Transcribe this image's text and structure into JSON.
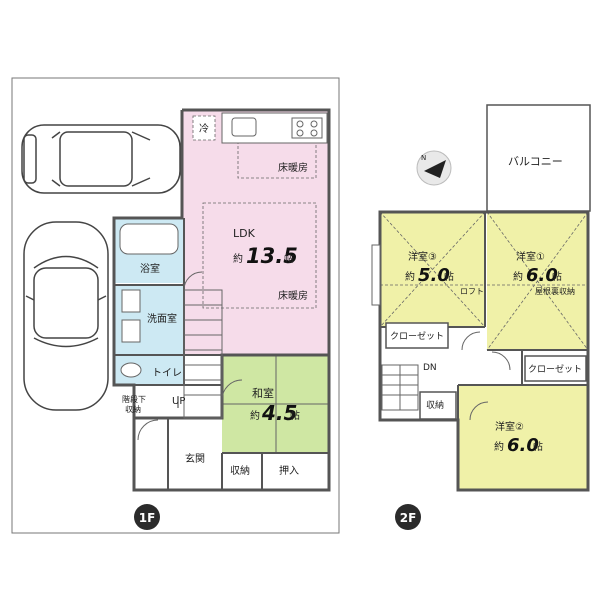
{
  "floor1": {
    "badge": "1F",
    "ldk": {
      "label": "LDK",
      "prefix": "約",
      "size": "13.5",
      "unit": "帖"
    },
    "floor_heat_1": "床暖房",
    "floor_heat_2": "床暖房",
    "fridge": "冷",
    "washitsu": {
      "label": "和室",
      "prefix": "約",
      "size": "4.5",
      "unit": "帖"
    },
    "bath": "浴室",
    "washroom": "洗面室",
    "toilet": "トイレ",
    "under_stair_1": "階段下",
    "under_stair_2": "収納",
    "up": "UP",
    "entrance": "玄関",
    "storage": "収納",
    "oshiire": "押入"
  },
  "floor2": {
    "badge": "2F",
    "balcony": "バルコニー",
    "room3": {
      "label": "洋室③",
      "prefix": "約",
      "size": "5.0",
      "unit": "帖"
    },
    "room1": {
      "label": "洋室①",
      "prefix": "約",
      "size": "6.0",
      "unit": "帖"
    },
    "room2": {
      "label": "洋室②",
      "prefix": "約",
      "size": "6.0",
      "unit": "帖"
    },
    "loft": "ロフト",
    "attic": "屋根裏収納",
    "closet_1": "クローゼット",
    "closet_2": "クローゼット",
    "dn": "DN",
    "storage": "収納",
    "compass": "N"
  },
  "colors": {
    "ldk": "#f6dcea",
    "washitsu": "#cfe7a3",
    "wet": "#cde9f3",
    "room": "#f0f1a8",
    "entrance_bg": "#ffffff",
    "badge": "#2b2b2b"
  }
}
